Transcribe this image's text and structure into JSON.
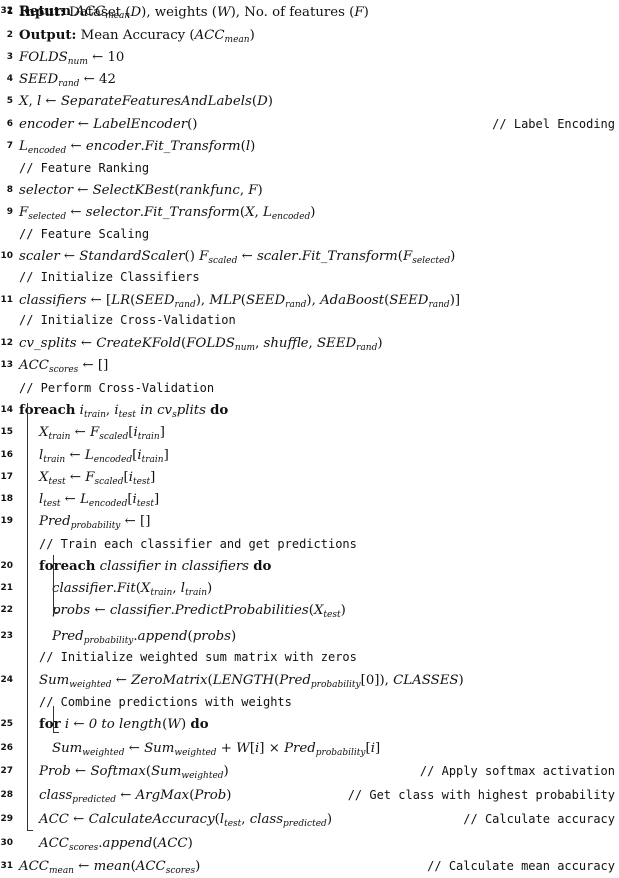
{
  "lines": [
    {
      "n": "1",
      "html": "<span class='b'>Input:</span> Dataset (<span class='i'>D</span>), weights (<span class='i'>W</span>), No. of features (<span class='i'>F</span>)"
    },
    {
      "n": "2",
      "html": "<span class='b'>Output:</span> Mean Accuracy (<span class='i'>ACC<sub>mean</sub></span>)"
    },
    {
      "n": "3",
      "html": "<span class='i'>FOLDS<sub>num</sub></span> ← 10"
    },
    {
      "n": "4",
      "html": "<span class='i'>SEED<sub>rand</sub></span> ← 42"
    },
    {
      "n": "5",
      "html": "<span class='i'>X</span>, <span class='i'>l</span> ← <span class='i'>SeparateFeaturesAndLabels</span>(<span class='i'>D</span>)"
    },
    {
      "n": "6",
      "html": "<span class='i'>encoder</span> ← <span class='i'>LabelEncoder</span>()",
      "comment": "// Label Encoding"
    },
    {
      "n": "7",
      "html": "<span class='i'>L<sub>encoded</sub></span> ← <span class='i'>encoder</span>.<span class='i'>Fit_Transform</span>(<span class='i'>l</span>)"
    },
    {
      "n": "",
      "html": "<span class='mono'>// Feature Ranking</span>"
    },
    {
      "n": "8",
      "html": "<span class='i'>selector</span> ← <span class='i'>SelectKBest</span>(<span class='i'>rankfunc</span>, <span class='i'>F</span>)"
    },
    {
      "n": "9",
      "html": "<span class='i'>F<sub>selected</sub></span> ← <span class='i'>selector</span>.<span class='i'>Fit_Transform</span>(<span class='i'>X</span>, <span class='i'>L<sub>encoded</sub></span>)"
    },
    {
      "n": "",
      "html": "<span class='mono'>// Feature Scaling</span>"
    },
    {
      "n": "10",
      "html": "<span class='i'>scaler</span> ← <span class='i'>StandardScaler</span>() <span class='i'>F<sub>scaled</sub></span> ← <span class='i'>scaler</span>.<span class='i'>Fit_Transform</span>(<span class='i'>F<sub>selected</sub></span>)"
    },
    {
      "n": "",
      "html": "<span class='mono'>// Initialize Classifiers</span>"
    },
    {
      "n": "11",
      "html": "<span class='i'>classifiers</span> ← [<span class='i'>LR</span>(<span class='i'>SEED<sub>rand</sub></span>), <span class='i'>MLP</span>(<span class='i'>SEED<sub>rand</sub></span>), <span class='i'>AdaBoost</span>(<span class='i'>SEED<sub>rand</sub></span>)]"
    },
    {
      "n": "",
      "html": "<span class='mono'>// Initialize Cross-Validation</span>"
    },
    {
      "n": "12",
      "html": "<span class='i'>cv_splits</span> ← <span class='i'>CreateKFold</span>(<span class='i'>FOLDS<sub>num</sub></span>, <span class='i'>shuffle</span>, <span class='i'>SEED<sub>rand</sub></span>)"
    },
    {
      "n": "13",
      "html": "<span class='i'>ACC<sub>scores</sub></span> ← []"
    },
    {
      "n": "",
      "html": "<span class='mono'>// Perform Cross-Validation</span>"
    },
    {
      "n": "14",
      "html": "<span class='b'>foreach</span> <span class='i'>i<sub>train</sub></span>, <span class='i'>i<sub>test</sub></span> <span class='i'>in cv<sub>s</sub>plits</span> <span class='b'>do</span>"
    },
    {
      "n": "15",
      "html": "<span class='i'>X<sub>train</sub></span> ← <span class='i'>F<sub>scaled</sub></span>[<span class='i'>i<sub>train</sub></span>]"
    },
    {
      "n": "16",
      "html": "<span class='i'>l<sub>train</sub></span> ← <span class='i'>L<sub>encoded</sub></span>[<span class='i'>i<sub>train</sub></span>]"
    },
    {
      "n": "17",
      "html": "<span class='i'>X<sub>test</sub></span> ← <span class='i'>F<sub>scaled</sub></span>[<span class='i'>i<sub>test</sub></span>]"
    },
    {
      "n": "18",
      "html": "<span class='i'>l<sub>test</sub></span> ← <span class='i'>L<sub>encoded</sub></span>[<span class='i'>i<sub>test</sub></span>]"
    },
    {
      "n": "19",
      "html": "<span class='i'>Pred<sub>probability</sub></span> ← []"
    },
    {
      "n": "",
      "html": "<span class='mono'>// Train each classifier and get predictions</span>"
    },
    {
      "n": "20",
      "html": "<span class='b'>foreach</span> <span class='i'>classifier in classifiers</span> <span class='b'>do</span>"
    },
    {
      "n": "21",
      "html": "<span class='i'>classifier</span>.<span class='i'>Fit</span>(<span class='i'>X<sub>train</sub></span>, <span class='i'>l<sub>train</sub></span>)"
    },
    {
      "n": "22",
      "html": "<span class='i'>probs</span> ← <span class='i'>classifier</span>.<span class='i'>PredictProbabilities</span>(<span class='i'>X<sub>test</sub></span>)"
    },
    {
      "n": "23",
      "html": "<span class='i'>Pred<sub>probability</sub></span>.<span class='i'>append</span>(<span class='i'>probs</span>)"
    },
    {
      "n": "",
      "html": "<span class='mono'>// Initialize weighted sum matrix with zeros</span>"
    },
    {
      "n": "24",
      "html": "<span class='i'>Sum<sub>weighted</sub></span> ← <span class='i'>ZeroMatrix</span>(<span class='i'>LENGTH</span>(<span class='i'>Pred<sub>probability</sub></span>[0]), <span class='i'>CLASSES</span>)"
    },
    {
      "n": "",
      "html": "<span class='mono'>// Combine predictions with weights</span>"
    },
    {
      "n": "25",
      "html": "<span class='b'>for</span> <span class='i'>i</span> ← <span class='i'>0 to length</span>(<span class='i'>W</span>) <span class='b'>do</span>"
    },
    {
      "n": "26",
      "html": "<span class='i'>Sum<sub>weighted</sub></span> ← <span class='i'>Sum<sub>weighted</sub></span> + <span class='i'>W</span>[<span class='i'>i</span>] × <span class='i'>Pred<sub>probability</sub></span>[<span class='i'>i</span>]"
    },
    {
      "n": "27",
      "html": "<span class='i'>Prob</span> ← <span class='i'>Softmax</span>(<span class='i'>Sum<sub>weighted</sub></span>)",
      "comment": "// Apply softmax activation"
    },
    {
      "n": "28",
      "html": "<span class='i'>class<sub>predicted</sub></span> ← <span class='i'>ArgMax</span>(<span class='i'>Prob</span>)",
      "comment": "// Get class with highest probability"
    },
    {
      "n": "29",
      "html": "<span class='i'>ACC</span> ← <span class='i'>CalculateAccuracy</span>(<span class='i'>l<sub>test</sub></span>, <span class='i'>class<sub>predicted</sub></span>)",
      "comment": "// Calculate accuracy"
    },
    {
      "n": "30",
      "html": "<span class='i'>ACC<sub>scores</sub></span>.<span class='i'>append</span>(<span class='i'>ACC</span>)"
    },
    {
      "n": "31",
      "html": "<span class='i'>ACC<sub>mean</sub></span> ← <span class='i'>mean</span>(<span class='i'>ACC<sub>scores</sub></span>)",
      "comment": "// Calculate mean accuracy"
    },
    {
      "n": "32",
      "html": "<span class='b'>Return</span> <span class='i'>ACC<sub>mean</sub></span>"
    }
  ]
}
